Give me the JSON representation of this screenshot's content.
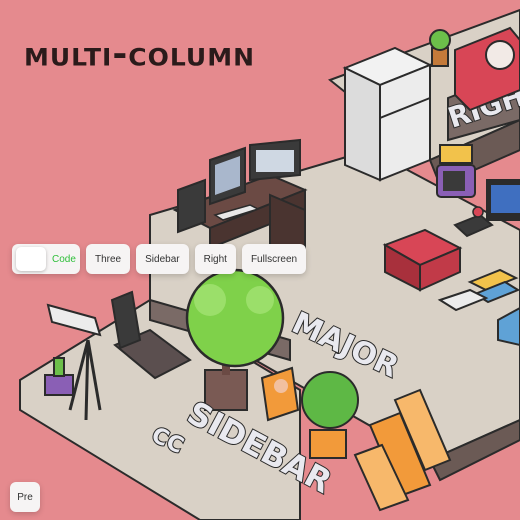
{
  "page": {
    "title": "Multi-column"
  },
  "toolbar": {
    "toggle_label": "Code",
    "buttons": [
      "Three",
      "Sidebar",
      "Right",
      "Fullscreen"
    ]
  },
  "pre_button": "Pre",
  "scene_labels": {
    "right": "RIGHT",
    "major": "MAJOR",
    "sidebar": "SIDEBAR",
    "cc": "CC"
  },
  "colors": {
    "background": "#e58a8e",
    "toggle_active": "#2fbf3a",
    "floor": "#d9d1c6",
    "dark": "#2b2b2b"
  }
}
